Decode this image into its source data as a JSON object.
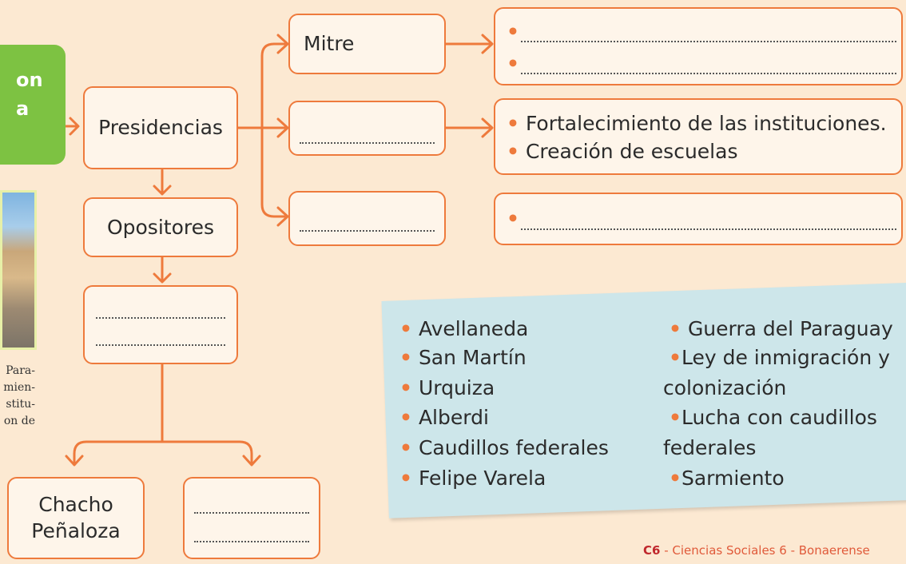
{
  "colors": {
    "accent": "#ee7a3c",
    "green_box": "#7dc242",
    "wordbank_bg": "#cde6ea",
    "page_bg": "#fce9d2"
  },
  "green_box": {
    "line1": "on",
    "line2": "a"
  },
  "photo_caption": [
    "Para-",
    "mien-",
    "stitu-",
    "on de"
  ],
  "nodes": {
    "presidencias": "Presidencias",
    "opositores": "Opositores",
    "mitre": "Mitre",
    "chacho": [
      "Chacho",
      "Peñaloza"
    ]
  },
  "results": {
    "middle": [
      "Fortalecimiento de  las instituciones.",
      "Creación de escuelas"
    ]
  },
  "bullet_symbol": "•",
  "word_bank": {
    "left": [
      "Avellaneda",
      "San Martín",
      "Urquiza",
      "Alberdi",
      "Caudillos federales",
      "Felipe Varela"
    ],
    "right": [
      "Guerra del Paraguay",
      "Ley de inmigración y",
      "colonización",
      "Lucha con caudillos",
      "federales",
      "Sarmiento"
    ]
  },
  "footer": {
    "code": "C6",
    "text": " - Ciencias Sociales 6 - Bonaerense"
  }
}
